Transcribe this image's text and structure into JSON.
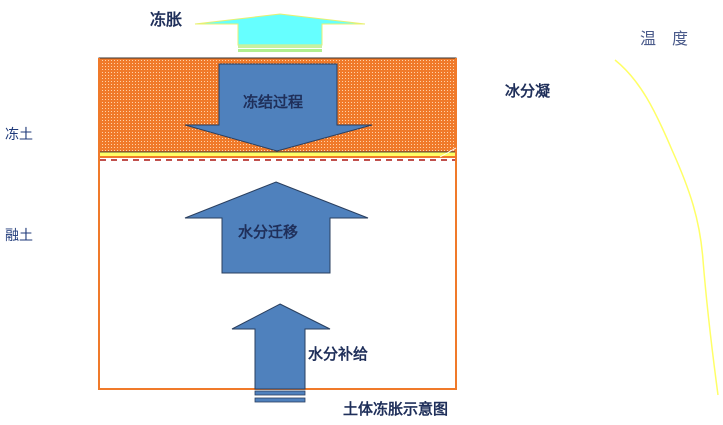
{
  "labels": {
    "frost_heave": "冻胀",
    "ice_segregation": "冰分凝",
    "frozen_soil": "冻土",
    "thawed_soil": "融土",
    "temperature": "温　度",
    "freezing_process": "冻结过程",
    "water_migration": "水分迁移",
    "water_supply": "水分补给",
    "caption": "土体冻胀示意图"
  },
  "colors": {
    "frozen_layer": "#f07a2a",
    "arrow_blue": "#4f81bd",
    "heave_arrow": "#66ffff",
    "boundary_dash": "#c0504d",
    "temperature_curve": "#ffff66"
  }
}
